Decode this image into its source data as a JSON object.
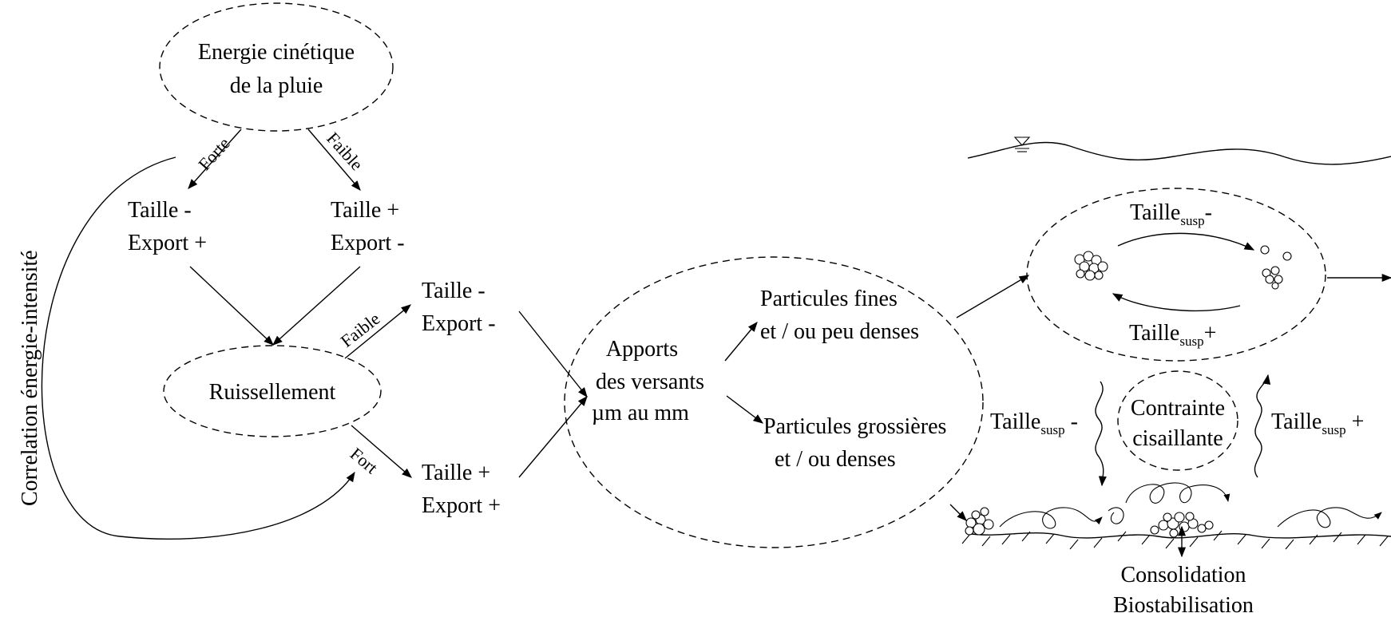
{
  "rain_energy": {
    "line1": "Energie cinétique",
    "line2": "de la pluie"
  },
  "branch_left_label": "Forte",
  "branch_right_label": "Faible",
  "result_strong": {
    "line1": "Taille -",
    "line2": "Export +"
  },
  "result_weak": {
    "line1": "Taille +",
    "line2": "Export -"
  },
  "runoff": "Ruissellement",
  "runoff_weak_label": "Faible",
  "runoff_strong_label": "Fort",
  "runoff_weak_result": {
    "line1": "Taille -",
    "line2": "Export -"
  },
  "runoff_strong_result": {
    "line1": "Taille +",
    "line2": "Export +"
  },
  "correlation": "Correlation énergie-intensité",
  "slope_inputs": {
    "line1": "Apports",
    "line2": "des versants",
    "line3": "µm au mm"
  },
  "fine_particles": {
    "line1": "Particules fines",
    "line2": "et / ou peu denses"
  },
  "coarse_particles": {
    "line1": "Particules grossières",
    "line2": "et / ou denses"
  },
  "susp_top": {
    "base": "Taille",
    "sub": "susp",
    "sign": "-"
  },
  "susp_bottom": {
    "base": "Taille",
    "sub": "susp",
    "sign": "+"
  },
  "susp_left": {
    "base": "Taille",
    "sub": "susp",
    "sign": " -"
  },
  "susp_right": {
    "base": "Taille",
    "sub": "susp",
    "sign": " +"
  },
  "shear": {
    "line1": "Contrainte",
    "line2": "cisaillante"
  },
  "consolidation": {
    "line1": "Consolidation",
    "line2": "Biostabilisation"
  }
}
